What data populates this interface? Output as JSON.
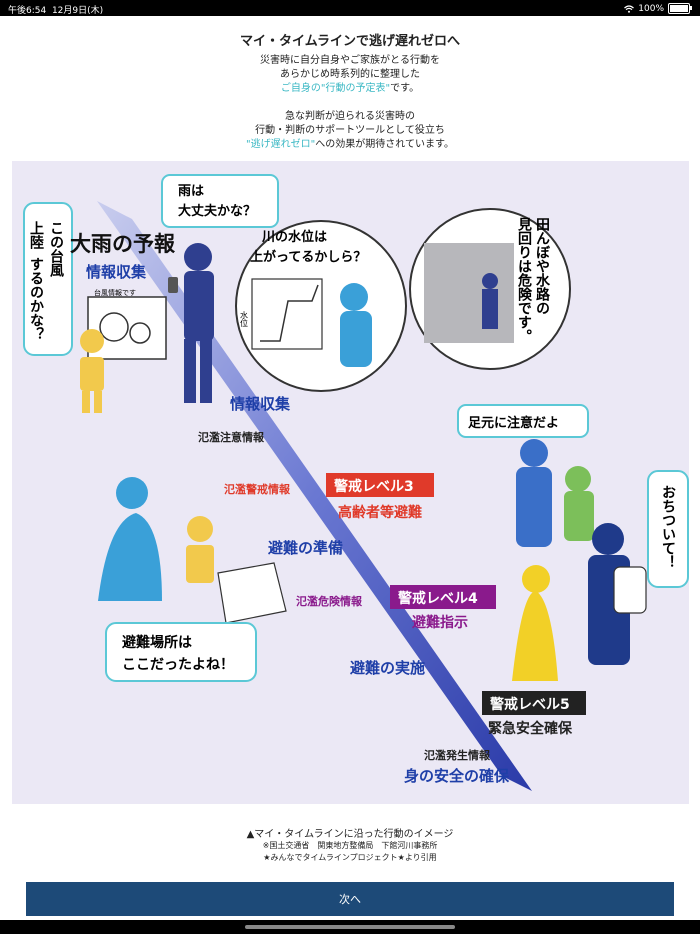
{
  "status_bar": {
    "time": "午後6:54",
    "date": "12月9日(木)",
    "battery": "100%",
    "wifi_icon": "wifi-icon",
    "battery_icon": "battery-icon"
  },
  "header": {
    "title": "マイ・タイムラインで逃げ遅れゼロへ"
  },
  "intro": {
    "line1": "災害時に自分自身やご家族がとる行動を",
    "line2": "あらかじめ時系列的に整理した",
    "line3_accent": "ご自身の\"行動の予定表\"",
    "line3_rest": "です。",
    "line4": "急な判断が迫られる災害時の",
    "line5": "行動・判断のサポートツールとして役立ち",
    "line6_accent": "\"逃げ遅れゼロ\"",
    "line6_rest": "への効果が期待されています。"
  },
  "illustration": {
    "heavy_rain": "大雨の予報",
    "info_blue": "情報収集",
    "bubble_typhoon": [
      "この台風",
      "上陸",
      "するのかな？"
    ],
    "bubble_rain": [
      "雨は",
      "大丈夫かな？"
    ],
    "bubble_river": [
      "川の水位は",
      "上がってるかしら？"
    ],
    "bubble_field": [
      "田んぼや水路の",
      "見回りは危険です。"
    ],
    "typhoon_card": "台風情報です",
    "graph_axis": "水位",
    "info_gather_2": "情報収集",
    "flood_watch": "氾濫注意情報",
    "flood_warning": "氾濫警戒情報",
    "level3": "警戒レベル3",
    "elderly_evac": "高齢者等避難",
    "prepare": "避難の準備",
    "flood_danger": "氾濫危険情報",
    "level4": "警戒レベル4",
    "evac_order": "避難指示",
    "evac_site": [
      "避難場所は",
      "ここだったよね！"
    ],
    "feet_careful": "足元に注意だよ",
    "calm_down": "おちついて！",
    "evac_execute": "避難の実施",
    "level5": "警戒レベル5",
    "emergency_safety": "緊急安全確保",
    "flood_occur": "氾濫発生情報",
    "secure_safety": "身の安全の確保"
  },
  "caption": {
    "main": "▲マイ・タイムラインに沿った行動のイメージ",
    "source1": "※国土交通省　関東地方整備局　下館河川事務所",
    "source2": "★みんなでタイムラインプロジェクト★より引用"
  },
  "footer": {
    "next_label": "次へ"
  },
  "colors": {
    "accent": "#3bb8c4",
    "button": "#1d4a78",
    "illustration_bg": "#ebe8f5",
    "level_red": "#e03a2a",
    "level_purple": "#8a1a8c",
    "blue_text": "#1f3fa8"
  }
}
